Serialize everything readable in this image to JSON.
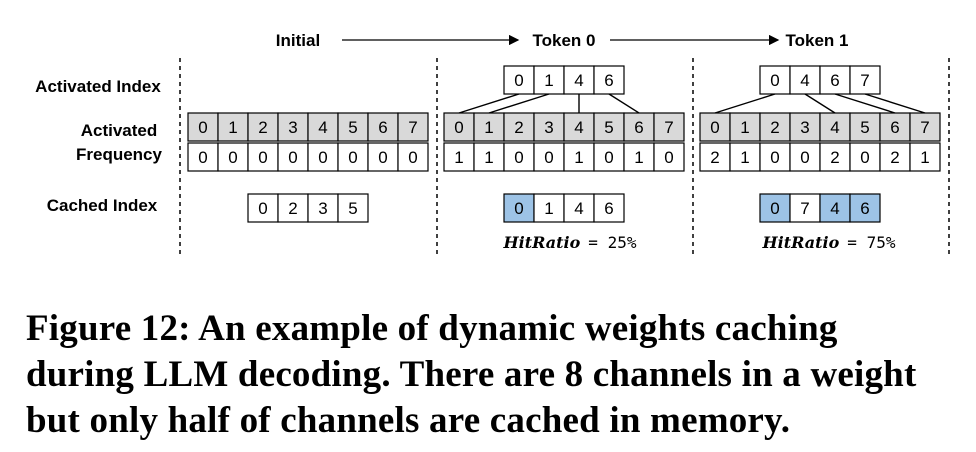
{
  "stages": {
    "initial": "Initial",
    "token0": "Token 0",
    "token1": "Token 1"
  },
  "row_labels": {
    "activated_index": "Activated Index",
    "activated_frequency_line1": "Activated",
    "activated_frequency_line2": "Frequency",
    "cached_index": "Cached Index"
  },
  "channel_headers": [
    "0",
    "1",
    "2",
    "3",
    "4",
    "5",
    "6",
    "7"
  ],
  "initial": {
    "frequency": [
      "0",
      "0",
      "0",
      "0",
      "0",
      "0",
      "0",
      "0"
    ],
    "cached_index": [
      "0",
      "2",
      "3",
      "5"
    ]
  },
  "token0": {
    "activated_index": [
      "0",
      "1",
      "4",
      "6"
    ],
    "frequency": [
      "1",
      "1",
      "0",
      "0",
      "1",
      "0",
      "1",
      "0"
    ],
    "cached_index": [
      "0",
      "1",
      "4",
      "6"
    ],
    "cached_highlight": [
      true,
      false,
      false,
      false
    ],
    "hit_ratio_label": "HitRatio",
    "hit_ratio_value": "= 25%"
  },
  "token1": {
    "activated_index": [
      "0",
      "4",
      "6",
      "7"
    ],
    "frequency": [
      "2",
      "1",
      "0",
      "0",
      "2",
      "0",
      "2",
      "1"
    ],
    "cached_index": [
      "0",
      "7",
      "4",
      "6"
    ],
    "cached_highlight": [
      true,
      false,
      true,
      true
    ],
    "hit_ratio_label": "HitRatio",
    "hit_ratio_value": "= 75%"
  },
  "colors": {
    "header_fill": "#d9d9d9",
    "hit_fill": "#9dc3e6",
    "line": "#000000"
  },
  "caption": {
    "line1": "Figure 12: An example of dynamic weights caching",
    "line2": "during LLM decoding. There are 8 channels in a weight",
    "line3": "but only half of channels are cached in memory."
  }
}
